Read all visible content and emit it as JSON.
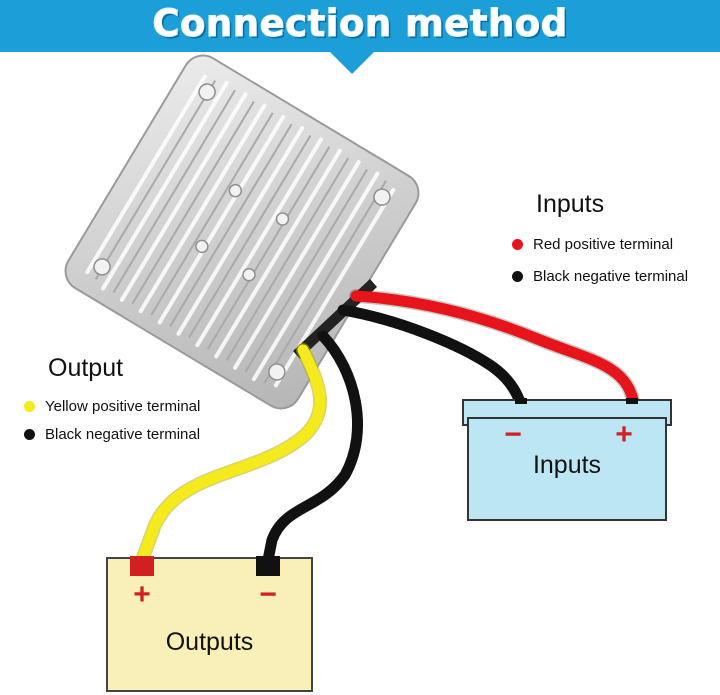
{
  "header": {
    "title": "Connection method"
  },
  "inputs_legend": {
    "title": "Inputs",
    "items": [
      {
        "label": "Red positive terminal",
        "color": "#e8141b"
      },
      {
        "label": "Black negative terminal",
        "color": "#111111"
      }
    ]
  },
  "output_legend": {
    "title": "Output",
    "items": [
      {
        "label": "Yellow positive terminal",
        "color": "#f4ea1c"
      },
      {
        "label": "Black negative terminal",
        "color": "#111111"
      }
    ]
  },
  "input_box": {
    "label": "Inputs",
    "plus": "+",
    "minus": "−",
    "fill": "#bde6f5"
  },
  "output_box": {
    "label": "Outputs",
    "plus": "+",
    "minus": "−",
    "fill": "#f8f0b8"
  },
  "wires": {
    "red": "#e8141b",
    "black": "#111111",
    "yellow": "#f4ea1c"
  }
}
